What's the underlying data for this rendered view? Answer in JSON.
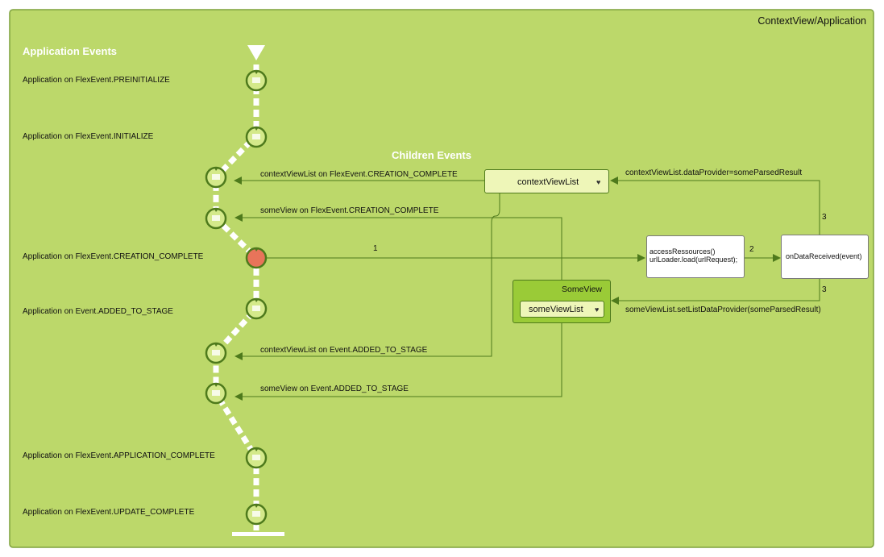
{
  "frame_title": "ContextView/Application",
  "application_events_header": "Application Events",
  "children_events_header": "Children Events",
  "application_events": [
    "Application on FlexEvent.PREINITIALIZE",
    "Application on FlexEvent.INITIALIZE",
    "Application on FlexEvent.CREATION_COMPLETE",
    "Application on Event.ADDED_TO_STAGE",
    "Application on FlexEvent.APPLICATION_COMPLETE",
    "Application on FlexEvent.UPDATE_COMPLETE"
  ],
  "children_events": [
    "contextViewList on FlexEvent.CREATION_COMPLETE",
    "someView on FlexEvent.CREATION_COMPLETE",
    "contextViewList on Event.ADDED_TO_STAGE",
    "someView on Event.ADDED_TO_STAGE"
  ],
  "context_view_list_label": "contextViewList",
  "some_view_label": "SomeView",
  "some_view_list_label": "someViewList",
  "access_box_lines": [
    "accessRessources()",
    "urlLoader.load(urlRequest);"
  ],
  "data_received_label": "onDataReceived(event)",
  "edge_labels": {
    "step1": "1",
    "step2": "2",
    "step3_top": "3",
    "step3_bottom": "3",
    "data_provider": "contextViewList.dataProvider=someParsedResult",
    "set_list_data_provider": "someViewList.setListDataProvider(someParsedResult)"
  },
  "colors": {
    "frame_fill": "#bcd86a",
    "frame_border": "#7ea23c",
    "node_fill": "#d4e98a",
    "node_stroke": "#4e7a1c",
    "active_node": "#e8745a",
    "line": "#4e7a1c"
  }
}
